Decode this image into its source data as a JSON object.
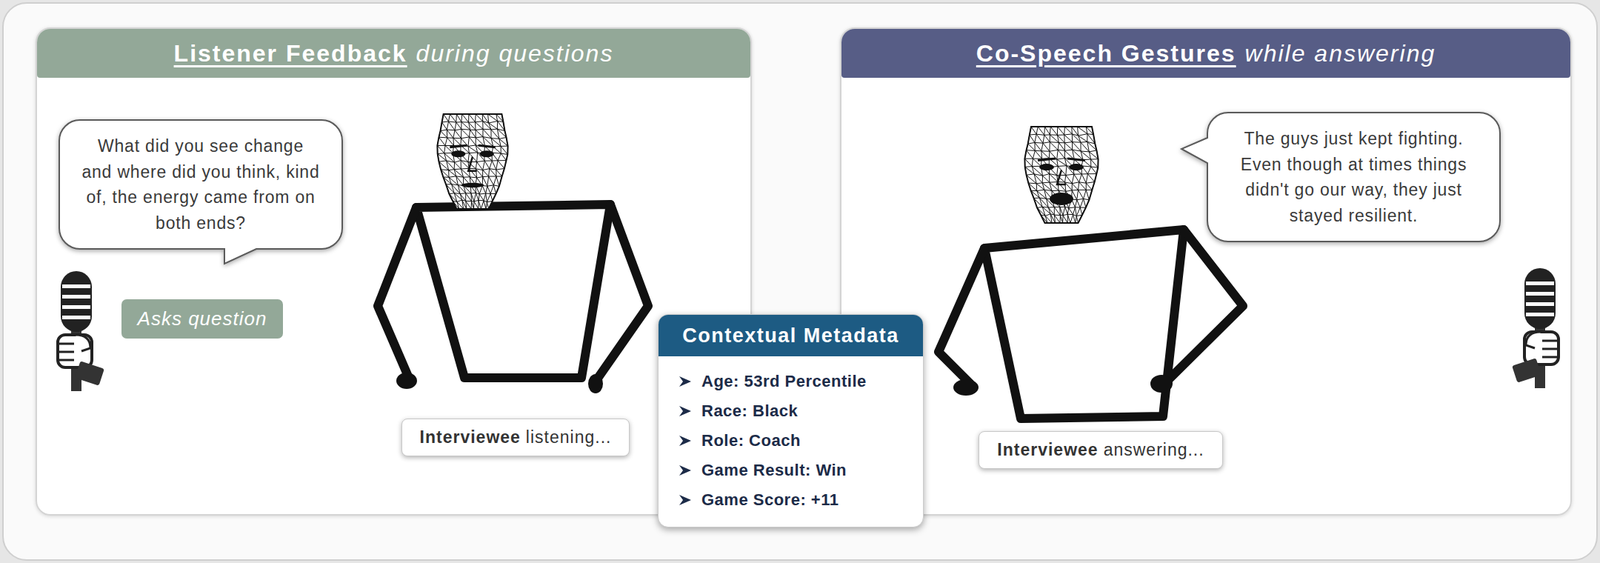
{
  "diagram": {
    "nodes": [
      {
        "text": [
          "Listener Feedback",
          "during questions"
        ]
      },
      {
        "text": [
          "What did you see change and where did you think, kind of, the energy came from on both ends?"
        ],
        "in": 0
      },
      {
        "text": [
          "Asks question"
        ],
        "in": 0
      },
      {
        "text": [
          "Interviewee",
          "listening..."
        ],
        "in": 0
      },
      {
        "text": [
          "Co-Speech Gestures",
          "while answering"
        ]
      },
      {
        "text": [
          "The guys just kept fighting. Even though at times things didn't go our way, they just stayed resilient."
        ],
        "in": 4
      },
      {
        "text": [
          "Interviewee",
          "answering..."
        ],
        "in": 4
      },
      {
        "text": [
          "Contextual Metadata",
          "Age: 53rd Percentile",
          "Race: Black",
          "Role: Coach",
          "Game Result: Win",
          "Game Score: +11"
        ]
      }
    ]
  }
}
